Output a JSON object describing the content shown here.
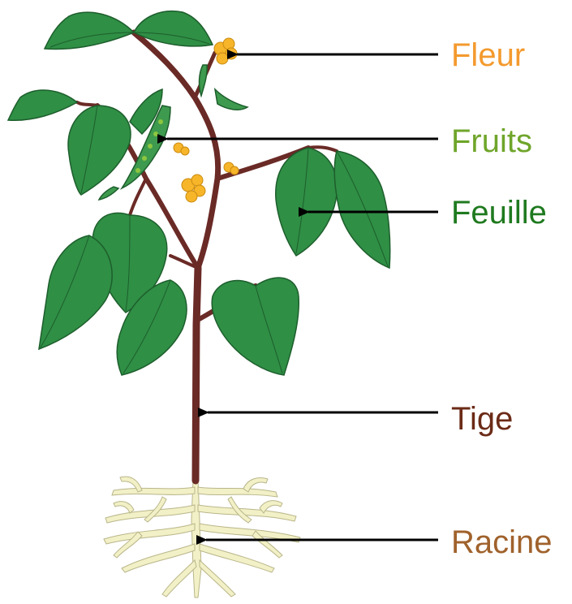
{
  "labels": {
    "fleur": "Fleur",
    "fruits": "Fruits",
    "feuille": "Feuille",
    "tige": "Tige",
    "racine": "Racine"
  },
  "colors": {
    "fleur": "#f39a2e",
    "fruits": "#6fa52a",
    "feuille": "#1f7a1f",
    "tige": "#6b2b17",
    "racine": "#a0622c",
    "leaf": "#2f8f45",
    "leaf_dark": "#1d5e2c",
    "stem": "#6a2a26",
    "root": "#f2f0c6",
    "root_edge": "#b9b68a",
    "flower": "#f7b52a",
    "arrow": "#000000"
  }
}
